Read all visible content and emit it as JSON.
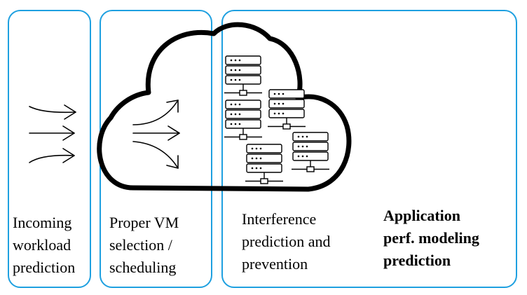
{
  "colors": {
    "panel_border": "#1ea0e0",
    "ink": "#000000",
    "background": "#ffffff"
  },
  "icons": [
    "arrows-right-icon",
    "curved-arrows-icon",
    "cloud-icon",
    "server-rack-icon"
  ],
  "panels": [
    {
      "id": "incoming-workload",
      "lines": [
        "Incoming",
        "workload",
        "prediction"
      ],
      "bold": false
    },
    {
      "id": "vm-selection",
      "lines": [
        "Proper VM",
        "selection /",
        "scheduling"
      ],
      "bold": false
    },
    {
      "id": "interference",
      "lines": [
        "Interference",
        "prediction and",
        "prevention"
      ],
      "bold": false
    },
    {
      "id": "app-perf",
      "lines": [
        "Application",
        "perf. modeling",
        "prediction"
      ],
      "bold": true
    }
  ]
}
